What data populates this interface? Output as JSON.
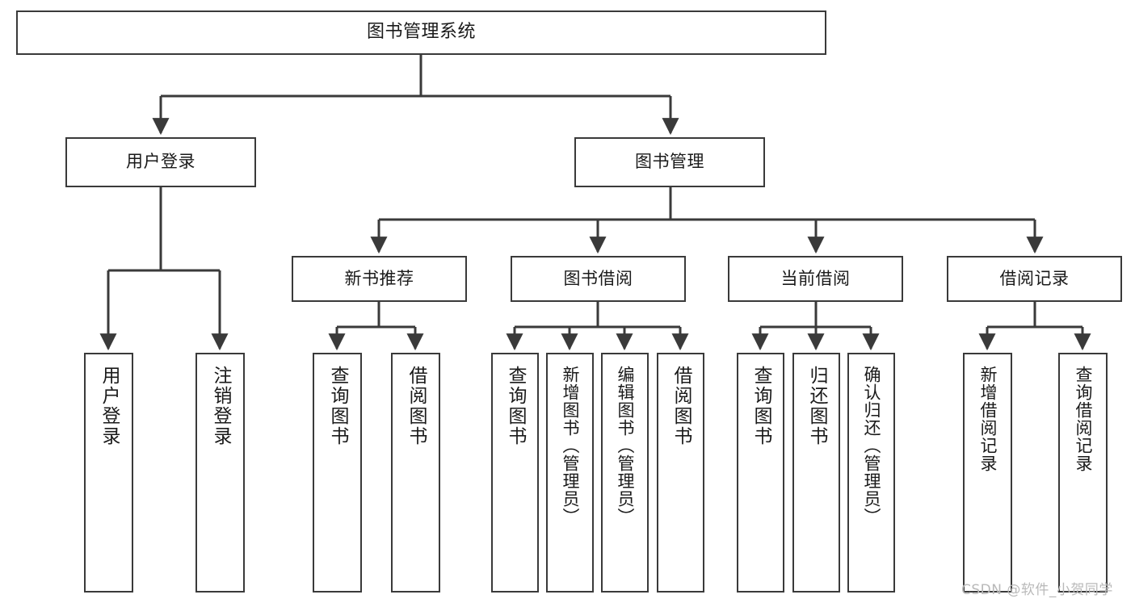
{
  "diagram": {
    "type": "tree-hierarchy",
    "title": "图书管理系统",
    "orientation": "top-down",
    "colors": {
      "box_border": "#3a3a3a",
      "box_fill": "#ffffff",
      "connector": "#3a3a3a",
      "text": "#1a1a1a",
      "watermark": "#b9b9b9",
      "background": "#ffffff"
    }
  },
  "watermark": {
    "text": "CSDN @软件_小贺同学"
  },
  "nodes": {
    "root": {
      "label": "图书管理系统"
    },
    "level2": [
      {
        "label": "用户登录"
      },
      {
        "label": "图书管理"
      }
    ],
    "level3": [
      {
        "label": "新书推荐"
      },
      {
        "label": "图书借阅"
      },
      {
        "label": "当前借阅"
      },
      {
        "label": "借阅记录"
      }
    ],
    "leaves": {
      "user_login": [
        {
          "label": "用户登录"
        },
        {
          "label": "注销登录"
        }
      ],
      "new_book_recommend": [
        {
          "label": "查询图书"
        },
        {
          "label": "借阅图书"
        }
      ],
      "book_borrow": [
        {
          "label": "查询图书"
        },
        {
          "label": "新增图书（管理员）"
        },
        {
          "label": "编辑图书（管理员）"
        },
        {
          "label": "借阅图书"
        }
      ],
      "current_borrow": [
        {
          "label": "查询图书"
        },
        {
          "label": "归还图书"
        },
        {
          "label": "确认归还（管理员）"
        }
      ],
      "borrow_record": [
        {
          "label": "新增借阅记录"
        },
        {
          "label": "查询借阅记录"
        }
      ]
    }
  }
}
